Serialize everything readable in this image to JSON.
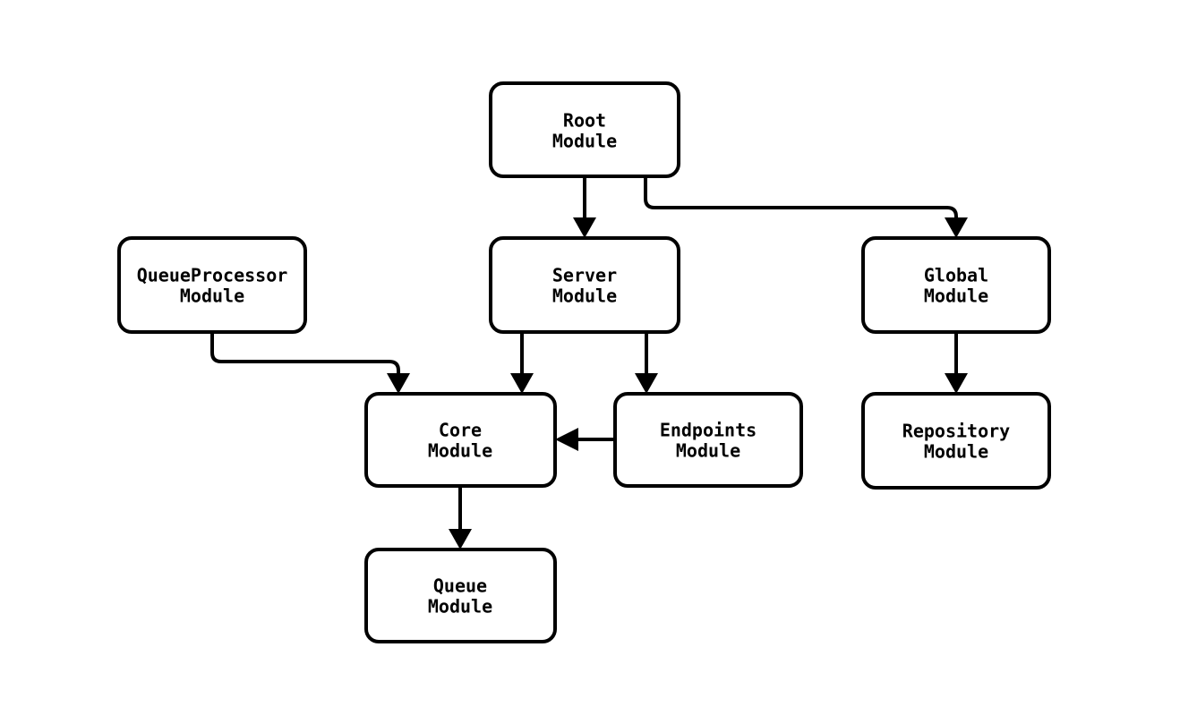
{
  "diagram": {
    "type": "module-dependency-graph",
    "background_color": "#ffffff",
    "line_color": "#000000",
    "box_fill": "#ffffff",
    "nodes": [
      {
        "id": "root",
        "line1": "Root",
        "line2": "Module"
      },
      {
        "id": "queueprocessor",
        "line1": "QueueProcessor",
        "line2": "Module"
      },
      {
        "id": "server",
        "line1": "Server",
        "line2": "Module"
      },
      {
        "id": "global",
        "line1": "Global",
        "line2": "Module"
      },
      {
        "id": "core",
        "line1": "Core",
        "line2": "Module"
      },
      {
        "id": "endpoints",
        "line1": "Endpoints",
        "line2": "Module"
      },
      {
        "id": "repository",
        "line1": "Repository",
        "line2": "Module"
      },
      {
        "id": "queue",
        "line1": "Queue",
        "line2": "Module"
      }
    ],
    "edges": [
      {
        "from": "root",
        "to": "server",
        "style": "straight-down"
      },
      {
        "from": "root",
        "to": "global",
        "style": "orthogonal-right-down"
      },
      {
        "from": "queueprocessor",
        "to": "core",
        "style": "orthogonal-right-down"
      },
      {
        "from": "server",
        "to": "core",
        "style": "straight-down"
      },
      {
        "from": "server",
        "to": "endpoints",
        "style": "straight-down"
      },
      {
        "from": "endpoints",
        "to": "core",
        "style": "straight-left"
      },
      {
        "from": "global",
        "to": "repository",
        "style": "straight-down"
      },
      {
        "from": "core",
        "to": "queue",
        "style": "straight-down"
      }
    ]
  }
}
